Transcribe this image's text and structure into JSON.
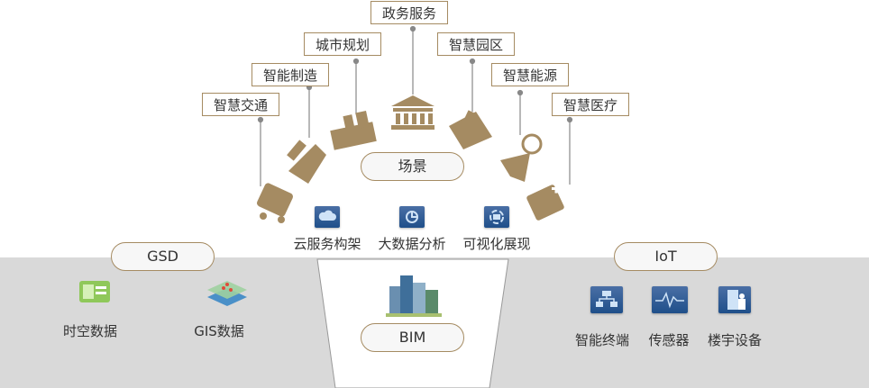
{
  "top": {
    "title": "政务服务",
    "scenes": [
      "城市规划",
      "智慧园区",
      "智能制造",
      "智慧能源",
      "智慧交通",
      "智慧医疗"
    ]
  },
  "center": {
    "scene_pill": "场景",
    "services": [
      "云服务构架",
      "大数据分析",
      "可视化展现"
    ]
  },
  "left": {
    "pill": "GSD",
    "items": [
      "时空数据",
      "GIS数据"
    ]
  },
  "right": {
    "pill": "IoT",
    "items": [
      "智能终端",
      "传感器",
      "楼宇设备"
    ]
  },
  "bottom": {
    "pill": "BIM"
  },
  "colors": {
    "gold": "#a58b62",
    "gray_bg": "#d9d9d9",
    "pill_bg": "#f7f7f7"
  }
}
